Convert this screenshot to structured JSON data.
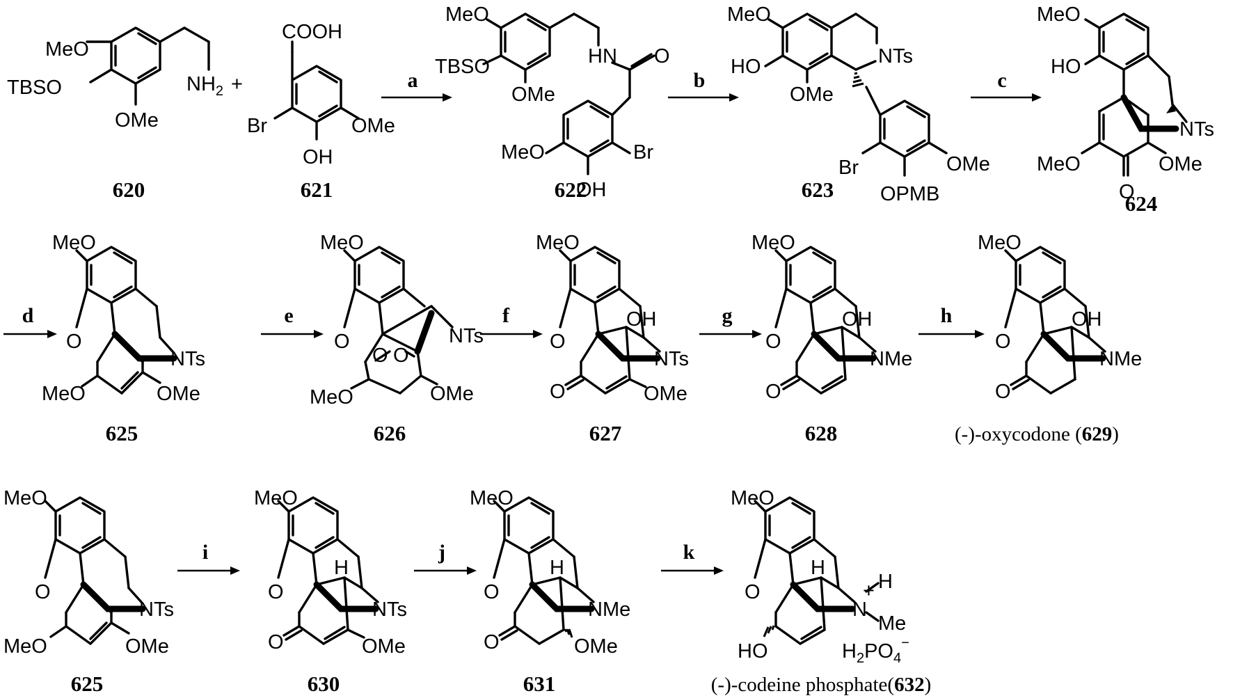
{
  "compounds": {
    "c620": {
      "num": "620",
      "labels": {
        "meo": "MeO",
        "tbso": "TBSO",
        "ome": "OMe",
        "nh2": "NH2"
      }
    },
    "c621": {
      "num": "621",
      "labels": {
        "cooh": "COOH",
        "br": "Br",
        "oh": "OH",
        "ome": "OMe"
      }
    },
    "c622": {
      "num": "622",
      "labels": {
        "meo1": "MeO",
        "tbso": "TBSO",
        "ome1": "OMe",
        "hn": "HN",
        "o": "O",
        "meo2": "MeO",
        "oh": "OH",
        "br": "Br"
      }
    },
    "c623": {
      "num": "623",
      "labels": {
        "meo": "MeO",
        "ho": "HO",
        "ome1": "OMe",
        "nts": "NTs",
        "br": "Br",
        "ome2": "OMe",
        "opmb": "OPMB"
      }
    },
    "c624": {
      "num": "624",
      "labels": {
        "meo1": "MeO",
        "ho": "HO",
        "nts": "NTs",
        "meo2": "MeO",
        "o": "O",
        "ome": "OMe"
      }
    },
    "c625a": {
      "num": "625",
      "labels": {
        "meo1": "MeO",
        "o": "O",
        "nts": "NTs",
        "meo2": "MeO",
        "ome": "OMe"
      }
    },
    "c626": {
      "num": "626",
      "labels": {
        "meo1": "MeO",
        "o": "O",
        "nts": "NTs",
        "meo2": "MeO",
        "ome": "OMe",
        "o1": "O",
        "o2": "O"
      }
    },
    "c627": {
      "num": "627",
      "labels": {
        "meo": "MeO",
        "o": "O",
        "oh": "OH",
        "nts": "NTs",
        "o2": "O",
        "ome": "OMe"
      }
    },
    "c628": {
      "num": "628",
      "labels": {
        "meo": "MeO",
        "o": "O",
        "oh": "OH",
        "nme": "NMe",
        "o2": "O"
      }
    },
    "c629": {
      "num": "629",
      "name": "(-)-oxycodone (",
      "name_end": ")",
      "labels": {
        "meo": "MeO",
        "o": "O",
        "oh": "OH",
        "nme": "NMe",
        "o2": "O"
      }
    },
    "c625b": {
      "num": "625",
      "labels": {
        "meo1": "MeO",
        "o": "O",
        "nts": "NTs",
        "meo2": "MeO",
        "ome": "OMe"
      }
    },
    "c630": {
      "num": "630",
      "labels": {
        "meo": "MeO",
        "o": "O",
        "h": "H",
        "nts": "NTs",
        "o2": "O",
        "ome": "OMe"
      }
    },
    "c631": {
      "num": "631",
      "labels": {
        "meo": "MeO",
        "o": "O",
        "h": "H",
        "nme": "NMe",
        "o2": "O",
        "ome": "OMe"
      }
    },
    "c632": {
      "num": "632",
      "name": "(-)-codeine phosphate(",
      "name_end": ")",
      "labels": {
        "meo": "MeO",
        "o": "O",
        "h": "H",
        "nplus": "N",
        "plus": "+",
        "hn": "H",
        "me": "Me",
        "ho": "HO",
        "salt": "H2PO4−"
      }
    }
  },
  "steps": [
    "a",
    "b",
    "c",
    "d",
    "e",
    "f",
    "g",
    "h",
    "i",
    "j",
    "k"
  ],
  "plus_sign": "+"
}
